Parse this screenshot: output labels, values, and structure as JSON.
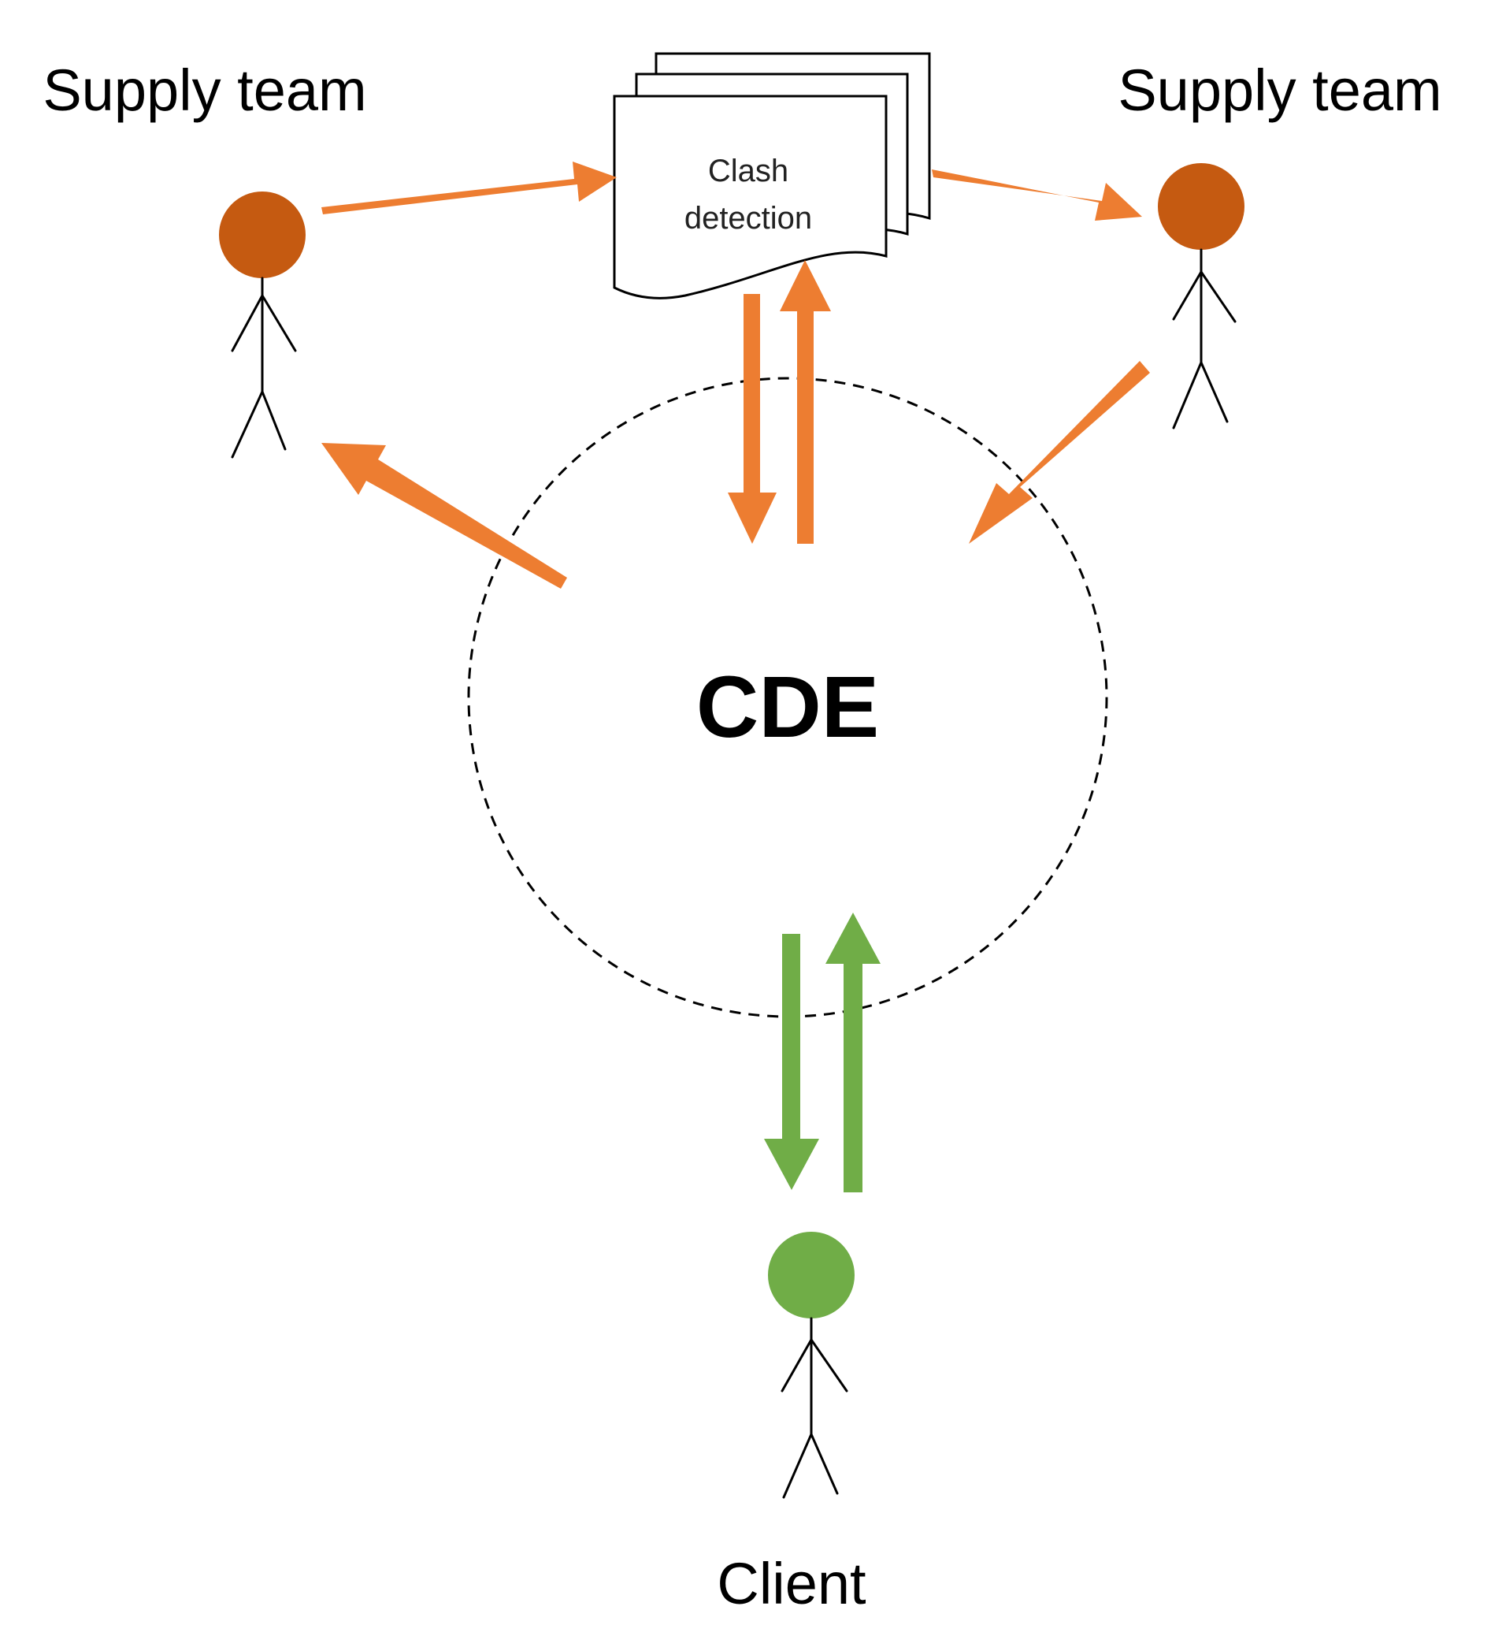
{
  "actors": {
    "left": {
      "label": "Supply team",
      "color": "#C55A11"
    },
    "right": {
      "label": "Supply team",
      "color": "#C55A11"
    },
    "bottom": {
      "label": "Client",
      "color": "#70AD47"
    }
  },
  "document": {
    "line1": "Clash",
    "line2": "detection"
  },
  "hub": {
    "label": "CDE"
  },
  "colors": {
    "orange_arrow": "#ED7D31",
    "green_arrow": "#70AD47",
    "hub_outline": "#000000"
  }
}
